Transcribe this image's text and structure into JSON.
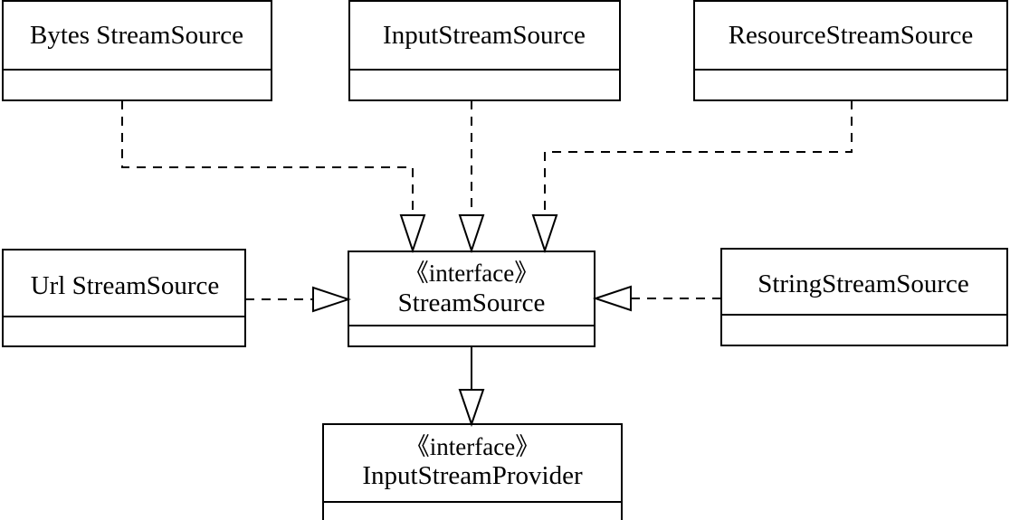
{
  "classes": {
    "bytes": {
      "name": "Bytes StreamSource"
    },
    "input": {
      "name": "InputStreamSource"
    },
    "resource": {
      "name": "ResourceStreamSource"
    },
    "url": {
      "name": "Url StreamSource"
    },
    "stream": {
      "stereotype": "《interface》",
      "name": "StreamSource"
    },
    "string": {
      "name": "StringStreamSource"
    },
    "provider": {
      "stereotype": "《interface》",
      "name": "InputStreamProvider"
    }
  },
  "relations": [
    {
      "from": "Bytes StreamSource",
      "to": "StreamSource",
      "kind": "realization"
    },
    {
      "from": "InputStreamSource",
      "to": "StreamSource",
      "kind": "realization"
    },
    {
      "from": "ResourceStreamSource",
      "to": "StreamSource",
      "kind": "realization"
    },
    {
      "from": "Url StreamSource",
      "to": "StreamSource",
      "kind": "realization"
    },
    {
      "from": "StringStreamSource",
      "to": "StreamSource",
      "kind": "realization"
    },
    {
      "from": "StreamSource",
      "to": "InputStreamProvider",
      "kind": "generalization"
    }
  ]
}
